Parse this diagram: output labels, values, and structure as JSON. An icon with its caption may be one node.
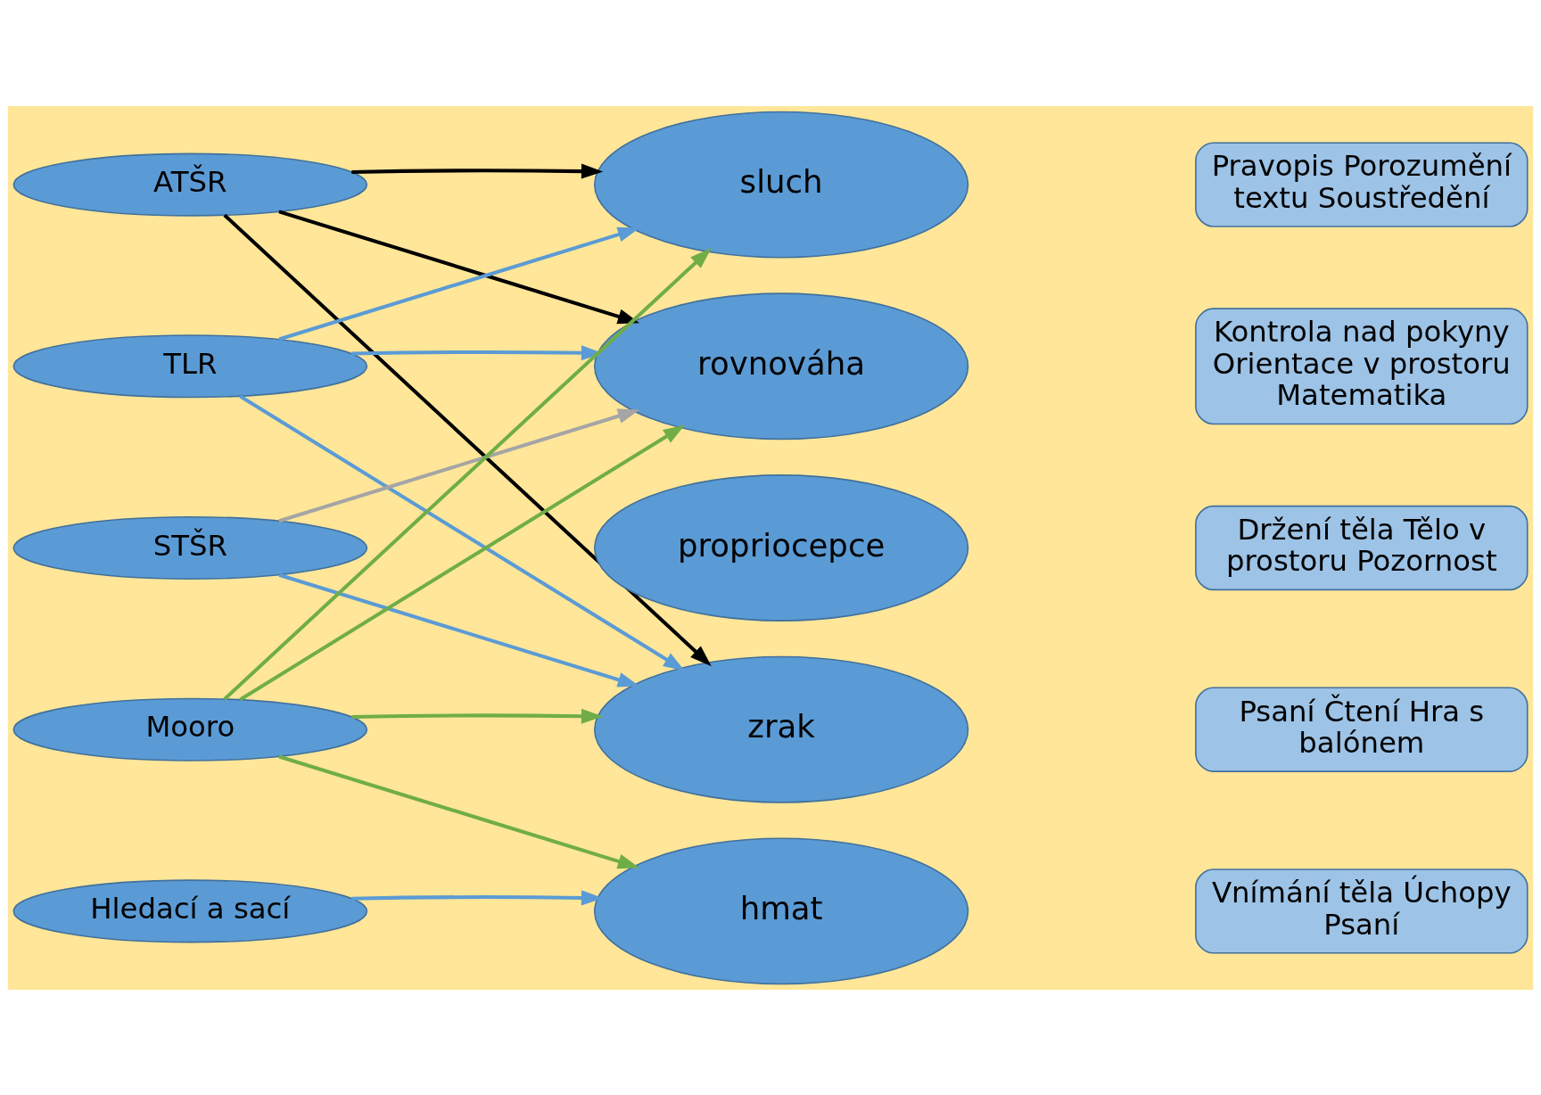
{
  "diagram": {
    "nodes": [
      {
        "text": [
          "ATŠR"
        ]
      },
      {
        "text": [
          "TLR"
        ]
      },
      {
        "text": [
          "STŠR"
        ]
      },
      {
        "text": [
          "Mooro"
        ]
      },
      {
        "text": [
          "Hledací a sací"
        ]
      },
      {
        "text": [
          "sluch"
        ]
      },
      {
        "text": [
          "rovnováha"
        ]
      },
      {
        "text": [
          "propriocepce"
        ]
      },
      {
        "text": [
          "zrak"
        ]
      },
      {
        "text": [
          "hmat"
        ]
      },
      {
        "text": [
          "Pravopis Porozumění textu Soustředění"
        ]
      },
      {
        "text": [
          "Kontrola nad pokyny Orientace v prostoru Matematika"
        ]
      },
      {
        "text": [
          "Držení těla Tělo v prostoru Pozornost"
        ]
      },
      {
        "text": [
          "Psaní Čtení Hra s balónem"
        ]
      },
      {
        "text": [
          "Vnímání těla Úchopy Psaní"
        ]
      }
    ],
    "edges": [
      {
        "from": 0,
        "to": 5,
        "arrow": "to",
        "color": "#000000"
      },
      {
        "from": 0,
        "to": 6,
        "arrow": "to",
        "color": "#000000"
      },
      {
        "from": 0,
        "to": 8,
        "arrow": "to",
        "color": "#000000"
      },
      {
        "from": 1,
        "to": 5,
        "arrow": "to"
      },
      {
        "from": 1,
        "to": 6,
        "arrow": "to"
      },
      {
        "from": 1,
        "to": 8,
        "arrow": "to"
      },
      {
        "from": 2,
        "to": 6,
        "arrow": "to",
        "color": "#a5a5a5"
      },
      {
        "from": 2,
        "to": 8,
        "arrow": "to"
      },
      {
        "from": 3,
        "to": 5,
        "arrow": "to",
        "color": "#70ad47"
      },
      {
        "from": 3,
        "to": 6,
        "arrow": "to",
        "color": "#70ad47"
      },
      {
        "from": 3,
        "to": 8,
        "arrow": "to",
        "color": "#70ad47"
      },
      {
        "from": 3,
        "to": 9,
        "arrow": "to",
        "color": "#70ad47"
      },
      {
        "from": 4,
        "to": 9,
        "arrow": "to"
      }
    ]
  }
}
